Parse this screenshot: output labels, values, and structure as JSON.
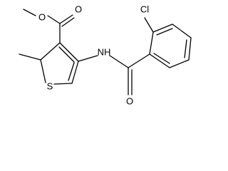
{
  "molecule": {
    "atoms": {
      "carbonyl_oxygen_ester": "O",
      "ester_oxygen": "O",
      "thiophene_sulfur": "S",
      "amide_nitrogen": "NH",
      "amide_oxygen": "O",
      "chlorine": "Cl"
    }
  }
}
